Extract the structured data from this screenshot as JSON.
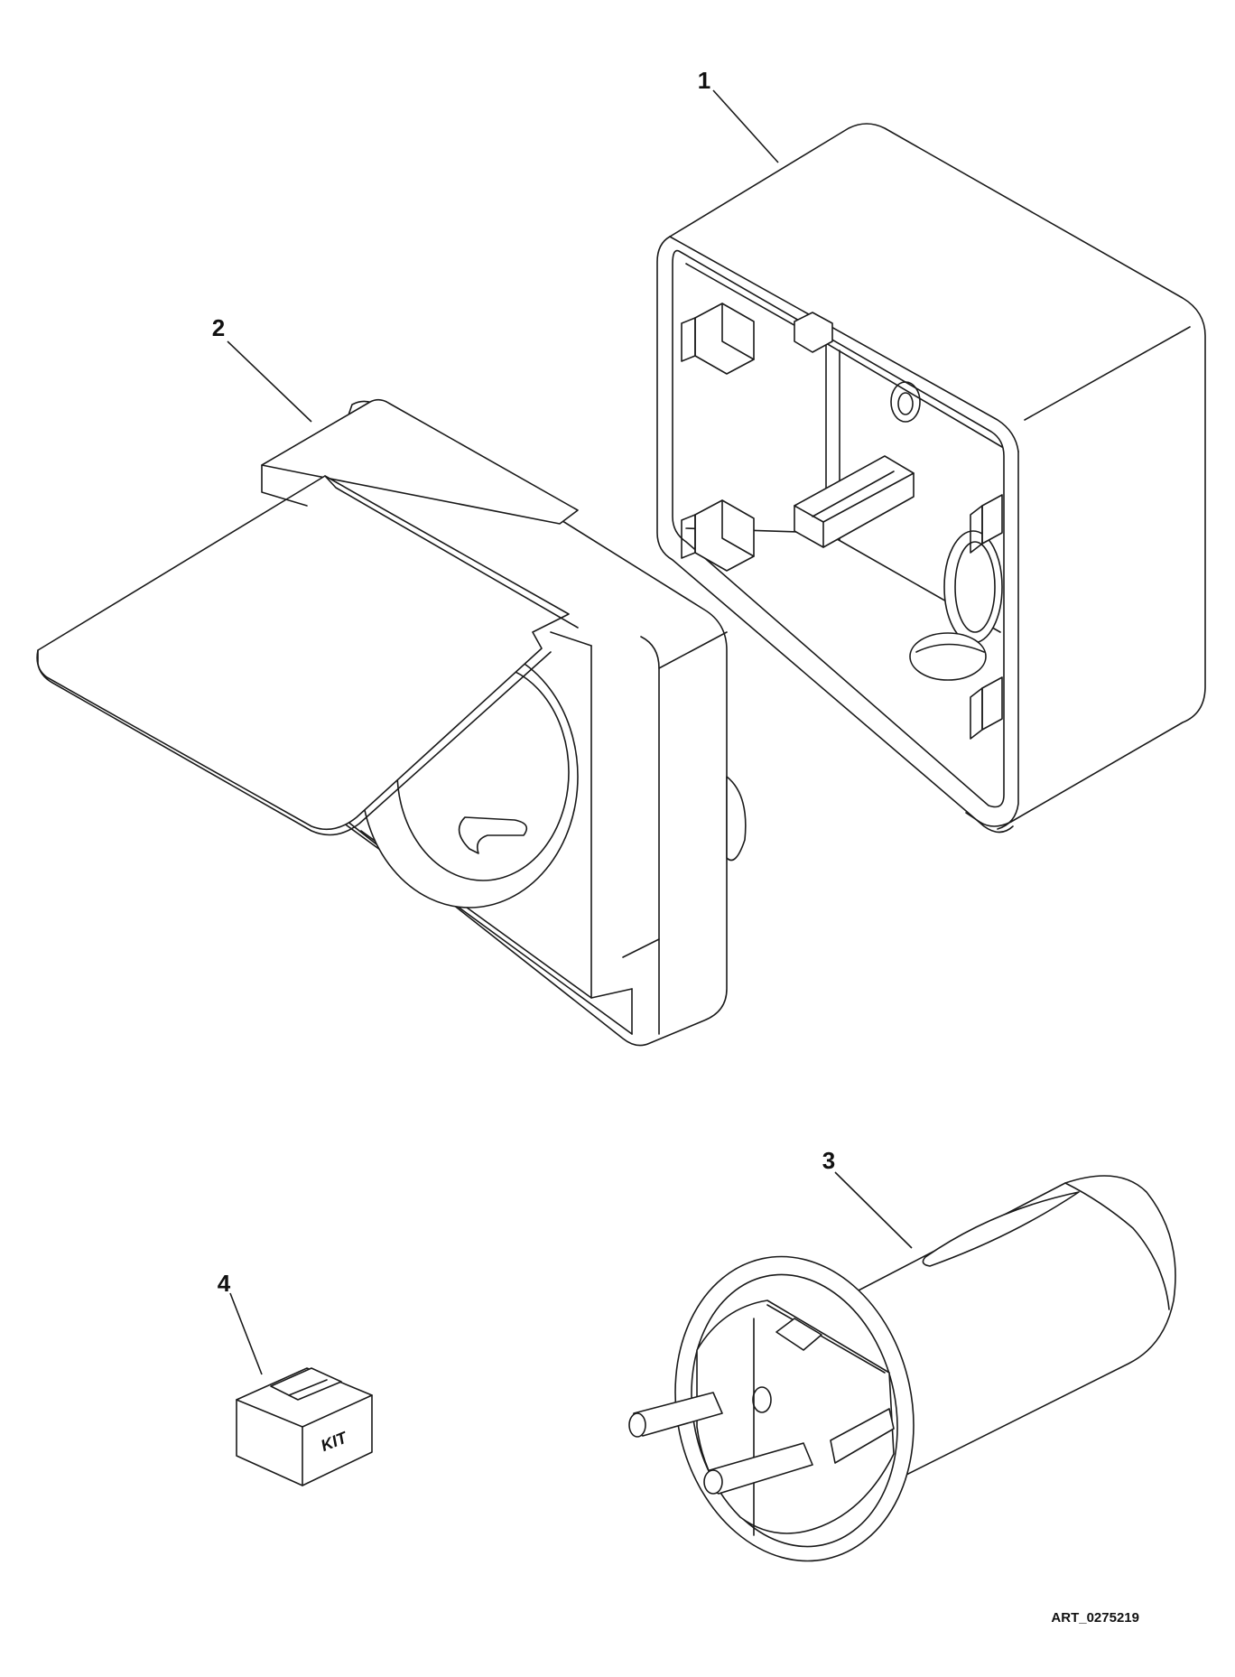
{
  "callouts": {
    "item1": "1",
    "item2": "2",
    "item3": "3",
    "item4": "4"
  },
  "kit_label": "KIT",
  "art_reference": "ART_0275219",
  "colors": {
    "line": "#1a1a1a",
    "background": "#ffffff"
  }
}
